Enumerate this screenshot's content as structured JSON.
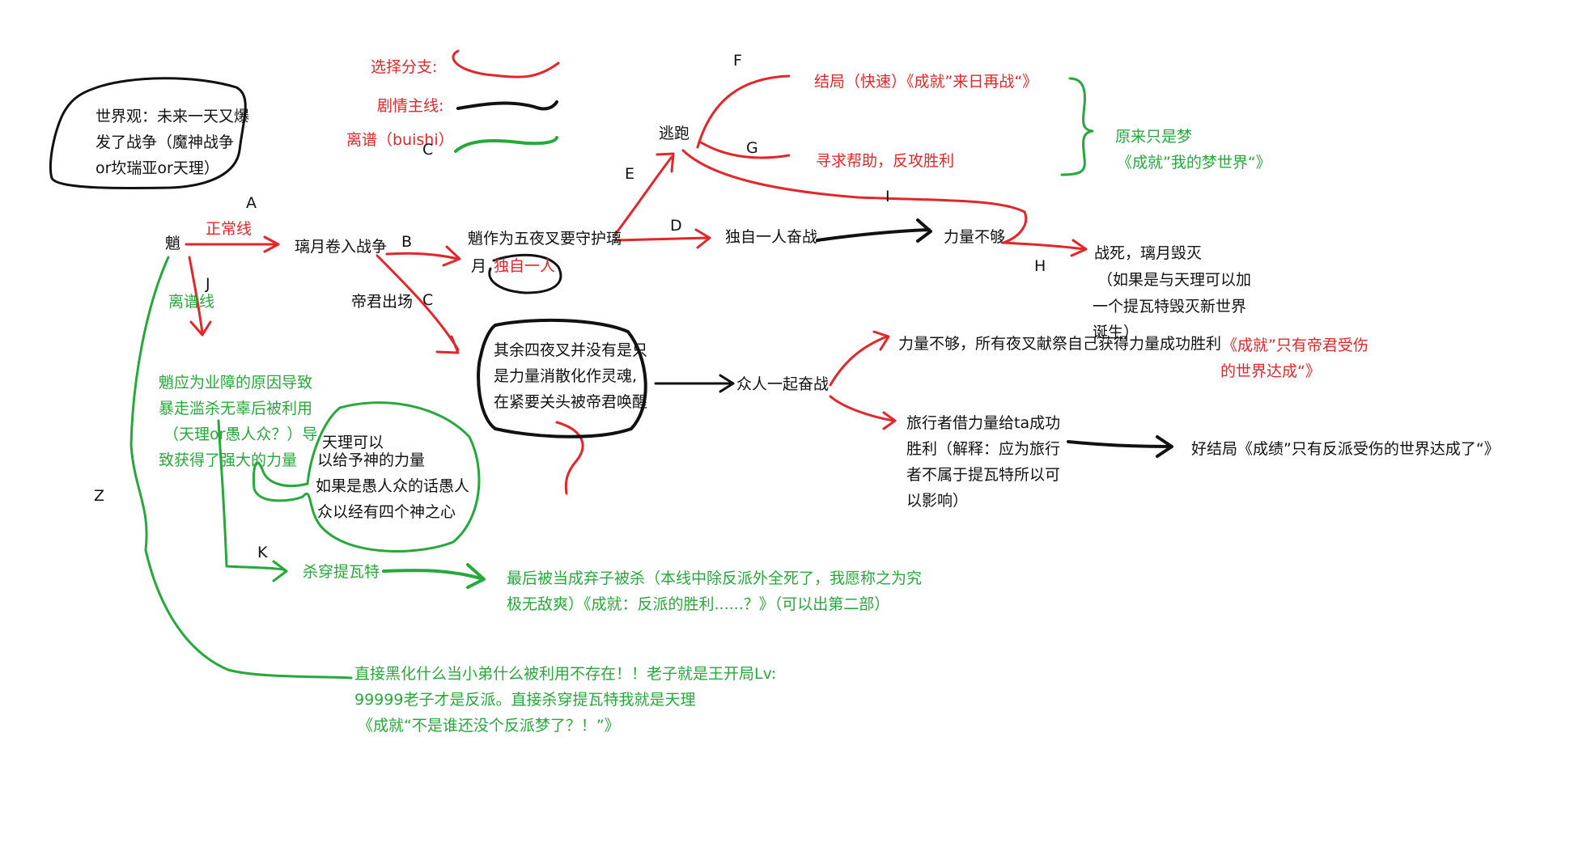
{
  "legend": {
    "branch": "选择分支:",
    "main": "剧情主线:",
    "absurd": "离谱（buishi）",
    "absurd_mark": "C"
  },
  "colors": {
    "red": "#e3262a",
    "black": "#111111",
    "green": "#27a83b"
  },
  "worldview": "世界观：未来一天又爆发了战争（魔神战争or坎瑞亚or天理）",
  "edges": {
    "A": "A",
    "B": "B",
    "C": "C",
    "D": "D",
    "E": "E",
    "F": "F",
    "G": "G",
    "H": "H",
    "I": "I",
    "J": "J",
    "K": "K",
    "Z": "Z"
  },
  "nodes": {
    "xiao": "魈",
    "normal_line": "正常线",
    "absurd_line": "离谱线",
    "liyue_war": "璃月卷入战争",
    "protect_a": "魈作为五夜叉要守护璃",
    "protect_b": "月",
    "alone_tag": "独自一人",
    "emperor": "帝君出场",
    "flee": "逃跑",
    "fight_alone": "独自一人奋战",
    "not_enough": "力量不够",
    "end_fast": "结局（快速）《成就”来日再战“》",
    "help": "寻求帮助，反攻胜利",
    "dream": "原来只是梦",
    "dream_ach": "《成就”我的梦世界“》",
    "death": [
      "战死，璃月毁灭",
      "（如果是与天理可以加",
      "一个提瓦特毁灭新世界",
      "诞生）"
    ],
    "yaksha": [
      "其余四夜叉并没有是只",
      "是力量消散化作灵魂,",
      "在紧要关头被帝君唤醒"
    ],
    "together": "众人一起奋战",
    "sacrifice": "力量不够，所有夜叉献祭自己获得力量成功胜利",
    "sacrifice_ach": [
      "《成就”只有帝君受伤",
      "的世界达成“》"
    ],
    "traveler": [
      "旅行者借力量给ta成功",
      "胜利（解释：应为旅行",
      "者不属于提瓦特所以可",
      "以影响）"
    ],
    "good_end": "好结局《成绩”只有反派受伤的世界达成了“》",
    "karma": [
      "魈应为业障的原因导致",
      "暴走滥杀无辜后被利用",
      "（天理or愚人众？）导",
      "致获得了强大的力量"
    ],
    "god_power": [
      "天理可以",
      "以给予神的力量",
      "如果是愚人众的话愚人",
      "众以经有四个神之心"
    ],
    "kill": "杀穿提瓦特",
    "abandoned": [
      "最后被当成弃子被杀（本线中除反派外全死了，我愿称之为究",
      "极无敌爽）《成就：反派的胜利......？》（可以出第二部）"
    ],
    "blacken": [
      "直接黑化什么当小弟什么被利用不存在！！老子就是王开局Lv:",
      "99999老子才是反派。直接杀穿提瓦特我就是天理",
      "《成就“不是谁还没个反派梦了？！”》"
    ]
  }
}
